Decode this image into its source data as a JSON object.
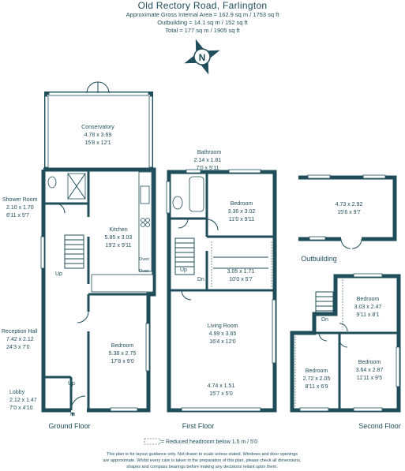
{
  "header": {
    "title": "Old Rectory Road, Farlington",
    "area_line1": "Approximate Gross Internal Area = 162.9 sq m / 1753 sq ft",
    "area_line2": "Outbuilding = 14.1 sq m / 152 sq ft",
    "area_line3": "Total = 177 sq m / 1905 sq ft"
  },
  "compass_letter": "N",
  "rooms": {
    "conservatory": {
      "name": "Conservatory",
      "metric": "4.78 x 3.69",
      "imperial": "15'8 x 12'1"
    },
    "shower_room": {
      "name": "Shower Room",
      "metric": "2.10 x 1.70",
      "imperial": "6'11 x 5'7"
    },
    "kitchen": {
      "name": "Kitchen",
      "metric": "5.85 x 3.03",
      "imperial": "19'2 x 9'11"
    },
    "oven1": "Oven",
    "oven2": "Oven",
    "gf_up": "Up",
    "gf_bedroom": {
      "name": "Bedroom",
      "metric": "5.38 x 2.75",
      "imperial": "17'8 x 9'0"
    },
    "reception_hall": {
      "name": "Reception Hall",
      "metric": "7.42 x 2.12",
      "imperial": "24'3 x 7'0"
    },
    "lobby": {
      "name": "Lobby",
      "metric": "2.12 x 1.47",
      "imperial": "7'0 x 4'10"
    },
    "lobby_up": "Up",
    "entrance": "IN",
    "bathroom": {
      "name": "Bathroom",
      "metric": "2.14 x 1.81",
      "imperial": "7'0 x 5'11"
    },
    "ff_bedroom": {
      "name": "Bedroom",
      "metric": "3.36 x 3.02",
      "imperial": "11'0 x 9'11"
    },
    "ff_store": {
      "metric": "3.05 x 1.71",
      "imperial": "10'0 x 5'7"
    },
    "ff_up": "Up",
    "ff_dn": "Dn",
    "living_room": {
      "name": "Living Room",
      "metric": "4.99 x 3.65",
      "imperial": "16'4 x 12'0"
    },
    "ff_recess": {
      "metric": "4.74 x 1.51",
      "imperial": "15'7 x 5'0"
    },
    "outbuilding": {
      "metric": "4.73 x 2.92",
      "imperial": "15'6 x 9'7"
    },
    "sf_dn": "Dn",
    "sf_bedroom1": {
      "name": "Bedroom",
      "metric": "3.03 x 2.47",
      "imperial": "9'11 x 8'1"
    },
    "sf_bedroom2": {
      "name": "Bedroom",
      "metric": "3.64 x 2.87",
      "imperial": "11'11 x 9'5"
    },
    "sf_bedroom3": {
      "name": "Bedroom",
      "metric": "2.72 x 2.05",
      "imperial": "8'11 x 6'9"
    }
  },
  "floor_labels": {
    "ground": "Ground Floor",
    "first": "First Floor",
    "outbuilding": "Outbuilding",
    "second": "Second Floor"
  },
  "legend": "= Reduced headroom below 1.5 m / 5'0",
  "disclaimer": {
    "line1": "This plan is for layout guidance only. Not drawn to scale unless stated. Windows and door openings",
    "line2": "are approximate. Whilst every care is taken in the preparation of this plan, please check all dimensions,",
    "line3": "shapes and compass bearings before making any decisions reliant upon them."
  },
  "colors": {
    "line": "#1f4e5a",
    "background": "#ffffff"
  }
}
